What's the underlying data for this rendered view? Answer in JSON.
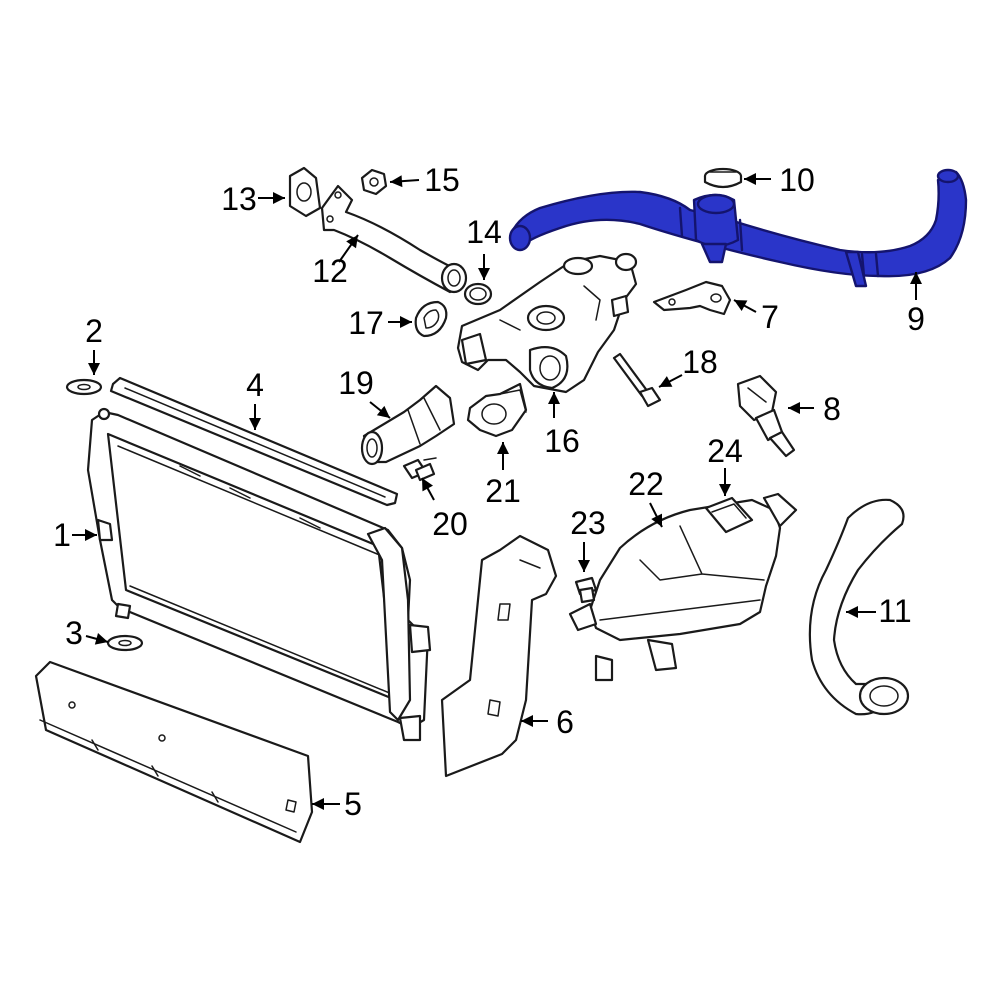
{
  "colors": {
    "background": "#ffffff",
    "line_art": "#1a1a1a",
    "highlight_fill": "#2a35c9",
    "highlight_stroke": "#14146e"
  },
  "highlighted_part": "9",
  "callouts": [
    {
      "id": "c1",
      "label": "1"
    },
    {
      "id": "c2",
      "label": "2"
    },
    {
      "id": "c3",
      "label": "3"
    },
    {
      "id": "c4",
      "label": "4"
    },
    {
      "id": "c5",
      "label": "5"
    },
    {
      "id": "c6",
      "label": "6"
    },
    {
      "id": "c7",
      "label": "7"
    },
    {
      "id": "c8",
      "label": "8"
    },
    {
      "id": "c9",
      "label": "9"
    },
    {
      "id": "c10",
      "label": "10"
    },
    {
      "id": "c11",
      "label": "11"
    },
    {
      "id": "c12",
      "label": "12"
    },
    {
      "id": "c13",
      "label": "13"
    },
    {
      "id": "c14",
      "label": "14"
    },
    {
      "id": "c15",
      "label": "15"
    },
    {
      "id": "c16",
      "label": "16"
    },
    {
      "id": "c17",
      "label": "17"
    },
    {
      "id": "c18",
      "label": "18"
    },
    {
      "id": "c19",
      "label": "19"
    },
    {
      "id": "c20",
      "label": "20"
    },
    {
      "id": "c21",
      "label": "21"
    },
    {
      "id": "c22",
      "label": "22"
    },
    {
      "id": "c23",
      "label": "23"
    },
    {
      "id": "c24",
      "label": "24"
    }
  ]
}
